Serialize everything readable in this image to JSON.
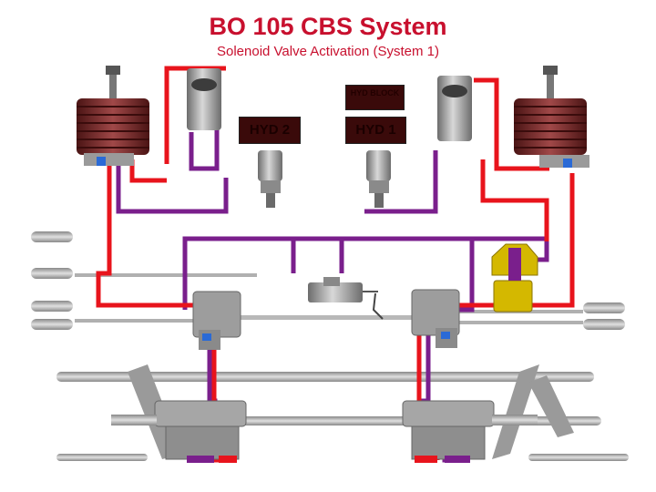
{
  "title": "BO 105 CBS System",
  "subtitle": "Solenoid Valve Activation (System 1)",
  "labels": {
    "block": "HYD BLOCK",
    "hyd2": "HYD 2",
    "hyd1": "HYD 1"
  },
  "colors": {
    "pressure_line": "#e8141c",
    "return_line": "#7a1f8c",
    "actuator": "#a8a8a8",
    "accumulator_coil": "#8a3030",
    "solenoid_active": "#d4b800",
    "label_bg": "#3a0a0a"
  }
}
